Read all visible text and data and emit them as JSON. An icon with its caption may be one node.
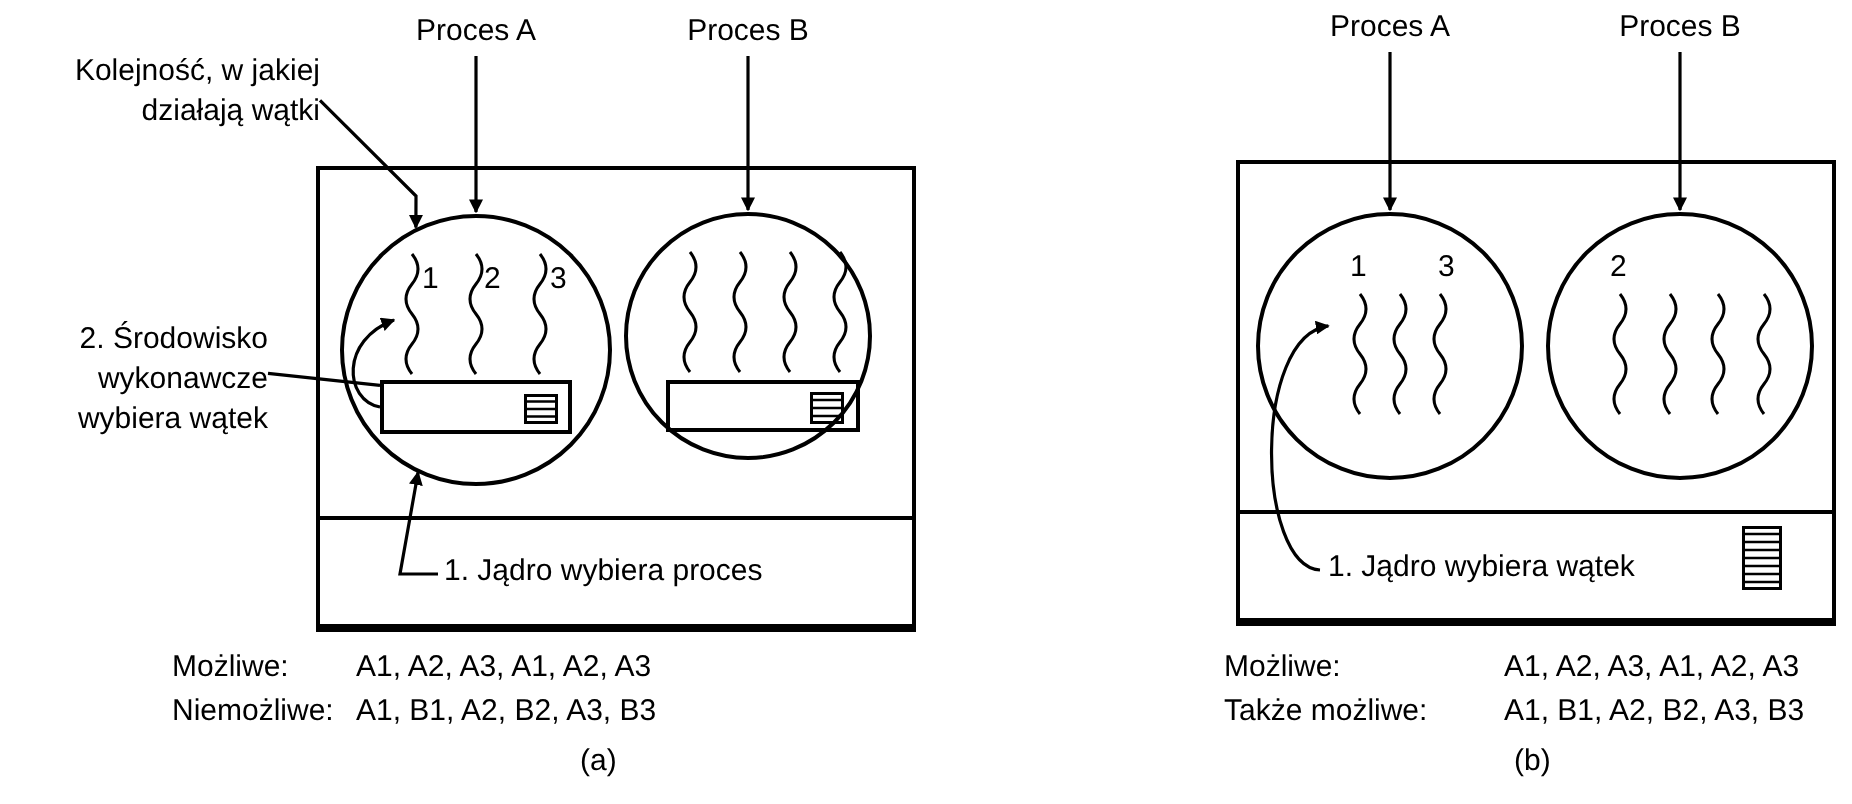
{
  "diagram": {
    "nodes": [
      {
        "text": [
          "Proces A"
        ]
      },
      {
        "text": [
          "Proces B"
        ]
      },
      {
        "text": [
          "Kolejność, w jakiej działają wątki"
        ]
      },
      {
        "text": [],
        "shape": "box"
      },
      {
        "text": [
          "1",
          "2",
          "3"
        ],
        "in": 3
      },
      {
        "text": [],
        "shape": "box",
        "in": 4
      },
      {
        "text": [],
        "shape": "circle",
        "in": 3
      },
      {
        "text": [],
        "shape": "box",
        "in": 6
      },
      {
        "text": [
          "2. Środowisko wykonawcze wybiera wątek"
        ]
      },
      {
        "text": [],
        "shape": "box",
        "in": 3
      },
      {
        "text": [
          "1. Jądro wybiera proces"
        ],
        "in": 9
      },
      {
        "text": [
          "Proces A"
        ]
      },
      {
        "text": [
          "Proces B"
        ]
      },
      {
        "text": [],
        "shape": "box"
      },
      {
        "text": [
          "1",
          "3"
        ],
        "in": 13
      },
      {
        "text": [
          "2"
        ],
        "in": 13
      },
      {
        "text": [],
        "shape": "box",
        "in": 13
      },
      {
        "text": [
          "1. Jądro wybiera wątek"
        ],
        "in": 16
      }
    ],
    "edges": [
      {
        "from": 0,
        "to": 4,
        "arrow": "to"
      },
      {
        "from": 1,
        "to": 6,
        "arrow": "to"
      },
      {
        "from": 2,
        "to": 4,
        "arrow": "to"
      },
      {
        "from": 8,
        "to": 5,
        "arrow": "none"
      },
      {
        "from": 5,
        "to": null,
        "arrow": "to"
      },
      {
        "from": 10,
        "to": 4,
        "arrow": "to"
      },
      {
        "from": 11,
        "to": 14,
        "arrow": "to"
      },
      {
        "from": 12,
        "to": 15,
        "arrow": "to"
      },
      {
        "from": 17,
        "to": 14,
        "arrow": "to"
      }
    ],
    "labels": [
      "Możliwe:",
      "A1, A2, A3, A1, A2, A3",
      "Niemożliwe:",
      "A1, B1, A2, B2, A3, B3",
      "(a)",
      "Możliwe:",
      "A1, A2, A3, A1, A2, A3",
      "Także możliwe:",
      "A1, B1, A2, B2, A3, B3",
      "(b)"
    ]
  }
}
